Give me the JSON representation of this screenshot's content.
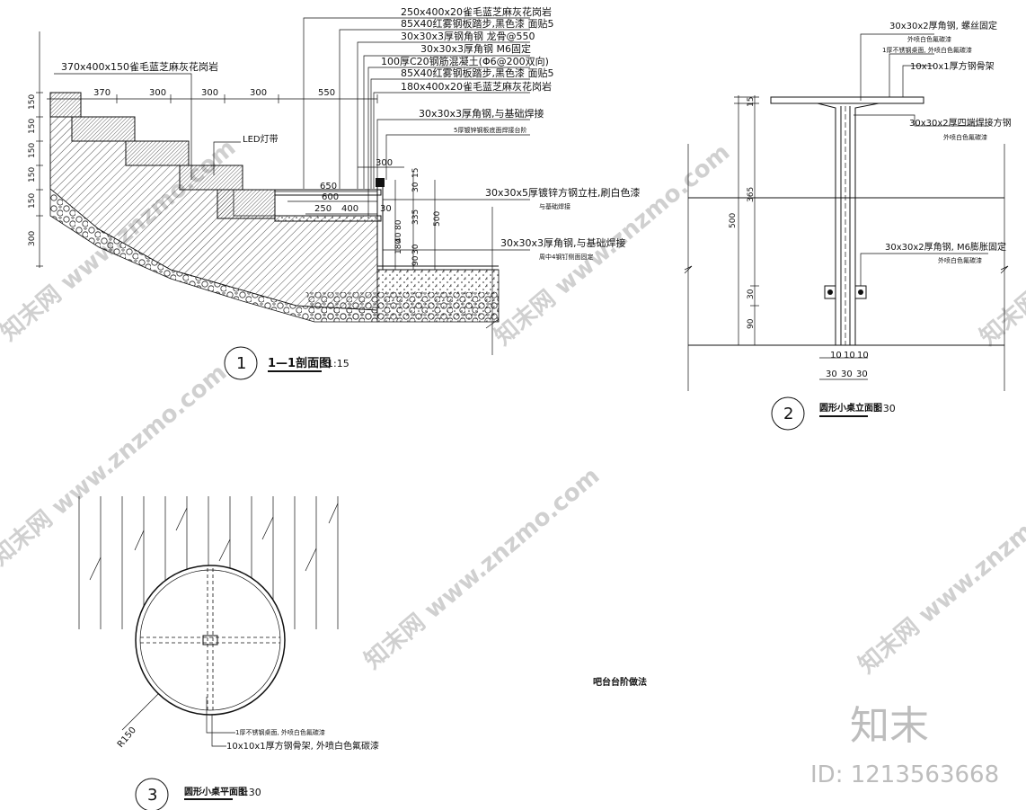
{
  "section1": {
    "title": "1—1剖面图",
    "scale": "1:15",
    "number": "1",
    "callouts": [
      "250x400x20雀毛蓝芝麻灰花岗岩",
      "85X40红雾钢板踏步,黑色漆  面贴5",
      "30x30x3厚钢角钢  龙骨@550",
      "30x30x3厚角钢  M6固定",
      "100厚C20钢筋混凝土(Φ6@200双向)",
      "85X40红雾钢板踏步,黑色漆  面贴5",
      "180x400x20雀毛蓝芝麻灰花岗岩",
      "30x30x3厚角钢,与基础焊接",
      "5厚镀锌钢板底面焊接台阶",
      "30x30x5厚镀锌方钢立柱,刷白色漆",
      "与基础焊接",
      "30x30x3厚角钢,与基础焊接",
      "周中4钢钉侧面固定"
    ],
    "left_callout": "370x400x150雀毛蓝芝麻灰花岗岩",
    "led_label": "LED灯带",
    "dims_top": [
      "370",
      "300",
      "300",
      "300",
      "550"
    ],
    "dims_left": [
      "150",
      "150",
      "150",
      "150",
      "150",
      "300"
    ],
    "dims_inner": [
      "300",
      "650",
      "600",
      "250",
      "400",
      "30"
    ],
    "dims_vert": [
      "15",
      "30",
      "335",
      "500",
      "80",
      "40",
      "180",
      "30",
      "90"
    ]
  },
  "section2": {
    "title": "圆形小桌立面图",
    "scale": "1:30",
    "number": "2",
    "callouts": [
      "30x30x2厚角钢, 螺丝固定",
      "外喷白色氟碳漆",
      "1厚不锈钢桌面, 外喷白色氟碳漆",
      "10x10x1厚方钢骨架",
      "30x30x2厚四端焊接方钢",
      "外喷白色氟碳漆",
      "30x30x2厚角钢, M6膨胀固定",
      "外喷白色氟碳漆"
    ],
    "dims_vert": [
      "15",
      "365",
      "500",
      "30",
      "90"
    ],
    "dims_bottom_top": [
      "10",
      "10",
      "10"
    ],
    "dims_bottom": [
      "30",
      "30",
      "30"
    ]
  },
  "section3": {
    "title": "圆形小桌平面图",
    "scale": "1:30",
    "number": "3",
    "radius_label": "R150",
    "callouts": [
      "1厚不锈钢桌面, 外喷白色氟碳漆",
      "10x10x1厚方钢骨架, 外喷白色氟碳漆"
    ]
  },
  "center_note": "吧台台阶做法",
  "watermark": {
    "text": "知末网 www.znzmo.com",
    "logo": "知末",
    "id": "ID: 1213563668"
  }
}
